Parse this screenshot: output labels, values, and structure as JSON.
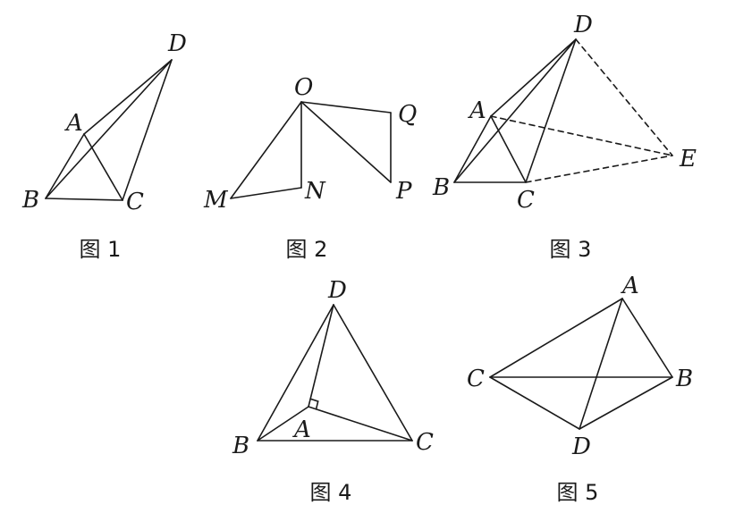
{
  "figures": [
    {
      "caption": "图 1",
      "points": [
        {
          "key": "A",
          "label": "A"
        },
        {
          "key": "B",
          "label": "B"
        },
        {
          "key": "C",
          "label": "C"
        },
        {
          "key": "D",
          "label": "D"
        }
      ],
      "segments": [
        {
          "from": "A",
          "to": "B"
        },
        {
          "from": "A",
          "to": "C"
        },
        {
          "from": "A",
          "to": "D"
        },
        {
          "from": "B",
          "to": "C"
        },
        {
          "from": "B",
          "to": "D"
        },
        {
          "from": "C",
          "to": "D"
        }
      ]
    },
    {
      "caption": "图 2",
      "points": [
        {
          "key": "O",
          "label": "O"
        },
        {
          "key": "Q",
          "label": "Q"
        },
        {
          "key": "P",
          "label": "P"
        },
        {
          "key": "M",
          "label": "M"
        },
        {
          "key": "N",
          "label": "N"
        }
      ],
      "segments": [
        {
          "from": "O",
          "to": "M"
        },
        {
          "from": "M",
          "to": "N"
        },
        {
          "from": "N",
          "to": "O"
        },
        {
          "from": "O",
          "to": "Q"
        },
        {
          "from": "Q",
          "to": "P"
        },
        {
          "from": "P",
          "to": "O"
        }
      ]
    },
    {
      "caption": "图 3",
      "points": [
        {
          "key": "D",
          "label": "D"
        },
        {
          "key": "A",
          "label": "A"
        },
        {
          "key": "E",
          "label": "E"
        },
        {
          "key": "B",
          "label": "B"
        },
        {
          "key": "C",
          "label": "C"
        }
      ],
      "segments": [
        {
          "from": "A",
          "to": "B"
        },
        {
          "from": "A",
          "to": "C"
        },
        {
          "from": "A",
          "to": "D"
        },
        {
          "from": "B",
          "to": "C"
        },
        {
          "from": "B",
          "to": "D"
        },
        {
          "from": "C",
          "to": "D"
        },
        {
          "from": "D",
          "to": "E",
          "dashed": true
        },
        {
          "from": "A",
          "to": "E",
          "dashed": true
        },
        {
          "from": "C",
          "to": "E",
          "dashed": true
        }
      ]
    },
    {
      "caption": "图 4",
      "points": [
        {
          "key": "D",
          "label": "D"
        },
        {
          "key": "A",
          "label": "A"
        },
        {
          "key": "B",
          "label": "B"
        },
        {
          "key": "C",
          "label": "C"
        }
      ],
      "segments": [
        {
          "from": "B",
          "to": "D"
        },
        {
          "from": "D",
          "to": "C"
        },
        {
          "from": "B",
          "to": "C"
        },
        {
          "from": "A",
          "to": "D"
        },
        {
          "from": "A",
          "to": "B"
        },
        {
          "from": "A",
          "to": "C"
        }
      ],
      "right_angle_at": "A"
    },
    {
      "caption": "图 5",
      "points": [
        {
          "key": "A",
          "label": "A"
        },
        {
          "key": "C",
          "label": "C"
        },
        {
          "key": "B",
          "label": "B"
        },
        {
          "key": "D",
          "label": "D"
        }
      ],
      "segments": [
        {
          "from": "C",
          "to": "A"
        },
        {
          "from": "A",
          "to": "B"
        },
        {
          "from": "B",
          "to": "D"
        },
        {
          "from": "D",
          "to": "C"
        },
        {
          "from": "C",
          "to": "B"
        },
        {
          "from": "A",
          "to": "D"
        }
      ]
    }
  ]
}
